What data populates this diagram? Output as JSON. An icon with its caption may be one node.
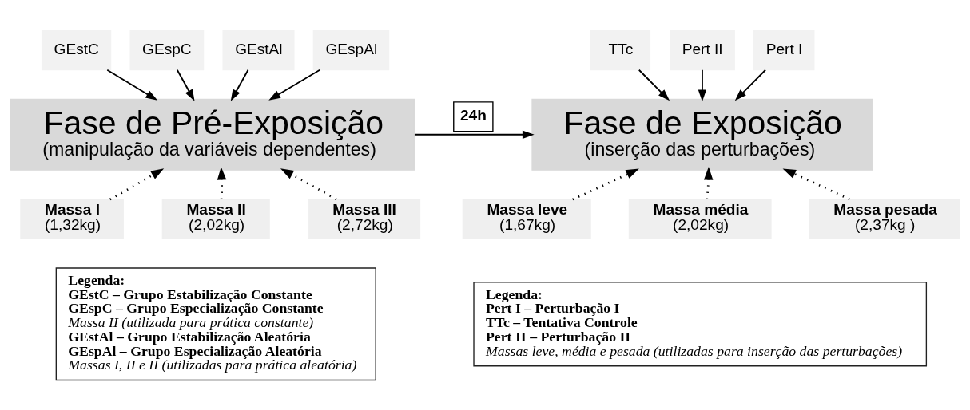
{
  "diagram": {
    "nodes": [
      {
        "text": [
          "GEstC"
        ]
      },
      {
        "text": [
          "GEspC"
        ]
      },
      {
        "text": [
          "GEstAl"
        ]
      },
      {
        "text": [
          "GEspAl"
        ]
      },
      {
        "text": [
          "Fase de Pré-Exposição",
          "(manipulação da variáveis dependentes)"
        ]
      },
      {
        "text": [
          "Pert I"
        ]
      },
      {
        "text": [
          "TTc"
        ]
      },
      {
        "text": [
          "Pert II"
        ]
      },
      {
        "text": [
          "Fase de Exposição",
          "(inserção das perturbações)"
        ]
      },
      {
        "text": [
          "Massa I",
          "(1,32kg)"
        ]
      },
      {
        "text": [
          "Massa II",
          "(2,02kg)"
        ]
      },
      {
        "text": [
          "Massa III",
          "(2,72kg)"
        ]
      },
      {
        "text": [
          "Massa leve",
          "(1,67kg)"
        ]
      },
      {
        "text": [
          "Massa média",
          "(2,02kg)"
        ]
      },
      {
        "text": [
          "Massa pesada",
          "(2,37kg )"
        ]
      },
      {
        "text": [
          "Legenda:",
          "GEstC – Grupo Estabilização Constante",
          "GEspC – Grupo Especialização Constante",
          "Massa II (utilizada para prática constante)",
          "GEstAl – Grupo Estabilização Aleatória",
          "GEspAl – Grupo Especialização Aleatória",
          "Massas I, II e II (utilizadas para prática aleatória)"
        ]
      },
      {
        "text": [
          "Legenda:",
          "Pert I – Perturbação I",
          "TTc – Tentativa Controle",
          "Pert II – Perturbação II",
          "Massas leve, média e pesada (utilizadas para inserção das perturbações)"
        ]
      }
    ],
    "edges": [
      {
        "from": 0,
        "to": 4,
        "arrow": "to"
      },
      {
        "from": 1,
        "to": 4,
        "arrow": "to"
      },
      {
        "from": 2,
        "to": 4,
        "arrow": "to"
      },
      {
        "from": 3,
        "to": 4,
        "arrow": "to"
      },
      {
        "from": 5,
        "to": 8,
        "arrow": "to"
      },
      {
        "from": 6,
        "to": 8,
        "arrow": "to"
      },
      {
        "from": 7,
        "to": 8,
        "arrow": "to"
      },
      {
        "from": 4,
        "to": 8,
        "arrow": "to",
        "label": "24h"
      },
      {
        "from": 9,
        "to": 4,
        "arrow": "to",
        "style": "dashed"
      },
      {
        "from": 10,
        "to": 4,
        "arrow": "to",
        "style": "dashed"
      },
      {
        "from": 11,
        "to": 4,
        "arrow": "to",
        "style": "dashed"
      },
      {
        "from": 12,
        "to": 8,
        "arrow": "to",
        "style": "dashed"
      },
      {
        "from": 13,
        "to": 8,
        "arrow": "to",
        "style": "dashed"
      },
      {
        "from": 14,
        "to": 8,
        "arrow": "to",
        "style": "dashed"
      }
    ]
  }
}
